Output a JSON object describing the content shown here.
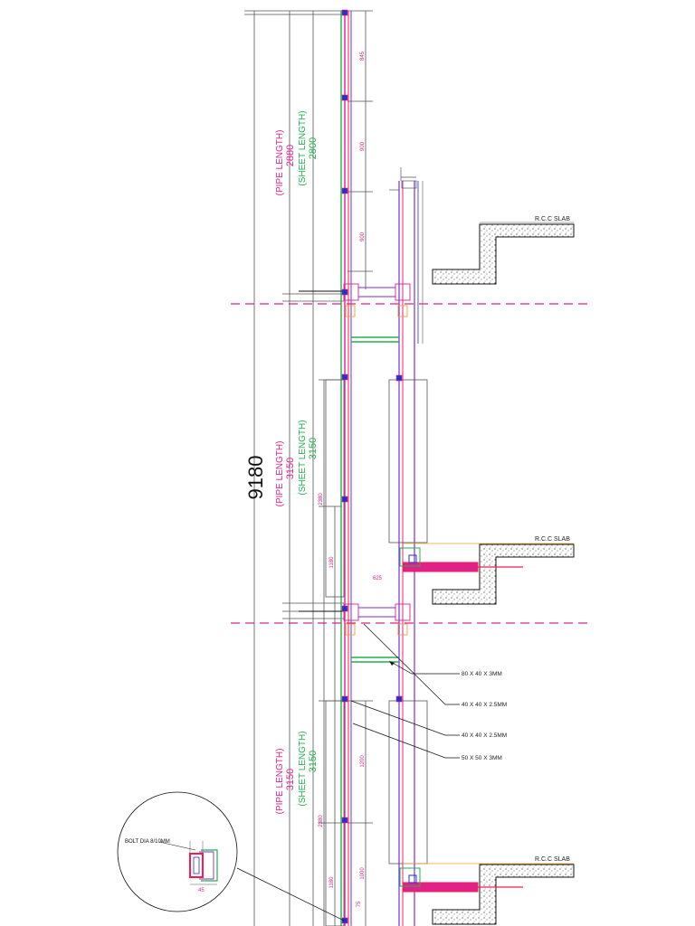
{
  "colors": {
    "magenta": "#e0218a",
    "green": "#22b14c",
    "purple": "#7a2fd0",
    "red": "#ff1a4a",
    "blue": "#2233cc",
    "orange": "#f0a030",
    "black": "#111111",
    "gray": "#555555"
  },
  "overall_dimension": "9180",
  "segments": [
    {
      "pipe_label": "(PIPE LENGTH)",
      "pipe_value": "2880",
      "sheet_label": "(SHEET LENGTH)",
      "sheet_value": "2800"
    },
    {
      "pipe_label": "(PIPE LENGTH)",
      "pipe_value": "3150",
      "sheet_label": "(SHEET LENGTH)",
      "sheet_value": "3150"
    },
    {
      "pipe_label": "(PIPE LENGTH)",
      "pipe_value": "3150",
      "sheet_label": "(SHEET LENGTH)",
      "sheet_value": "3150"
    }
  ],
  "small_dims": {
    "d1": "845",
    "d2": "900",
    "d3": "900",
    "d4": "2380",
    "d5": "1180",
    "d6": "625",
    "d7": "1200",
    "d8": "2380",
    "d9": "1180",
    "d10": "1000",
    "d11": "75",
    "d12": "45"
  },
  "slab_labels": [
    "R.C.C SLAB",
    "R.C.C SLAB",
    "R.C.C SLAB"
  ],
  "member_annotations": [
    "80 X 40 X 3MM",
    "40 X 40 X 2.5MM",
    "40 X 40 X 2.5MM",
    "50 X 50 X 3MM"
  ],
  "detail_label": "BOLT DIA 8/10MM"
}
